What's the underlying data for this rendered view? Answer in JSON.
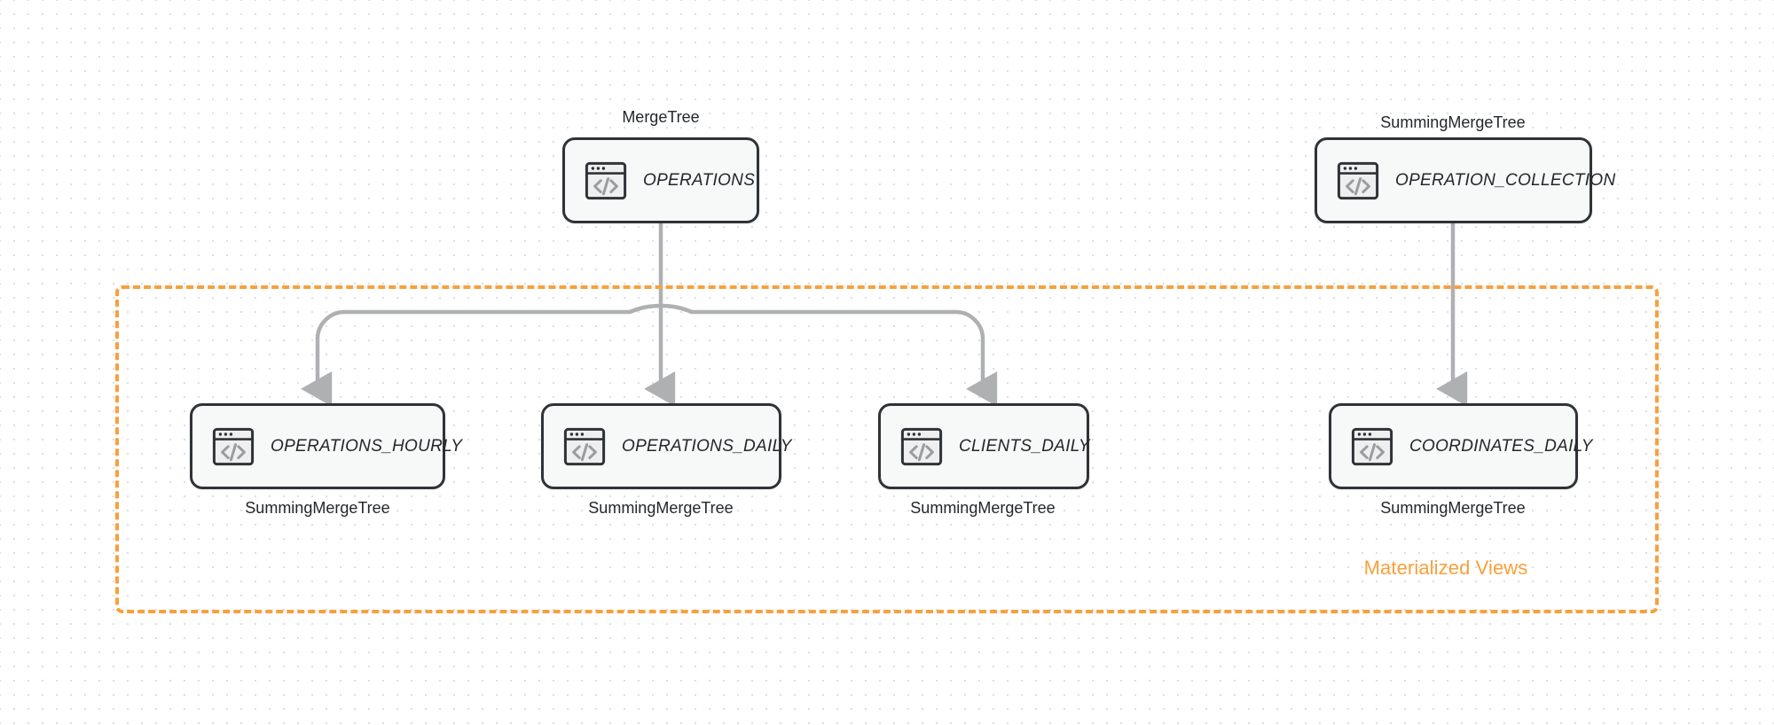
{
  "diagram": {
    "title": "ClickHouse table and materialized view topology",
    "group": {
      "label": "Materialized Views",
      "color": "#F9A03C",
      "style": "dashed"
    },
    "node_icon_name": "code-window-icon",
    "source_tables": [
      {
        "id": "operations",
        "label": "OPERATIONS",
        "engine": "MergeTree",
        "engine_position": "above"
      },
      {
        "id": "operation_collection",
        "label": "OPERATION_COLLECTION",
        "engine": "SummingMergeTree",
        "engine_position": "above"
      }
    ],
    "materialized_views": [
      {
        "id": "operations_hourly",
        "label": "OPERATIONS_HOURLY",
        "engine": "SummingMergeTree",
        "engine_position": "below",
        "source": "operations"
      },
      {
        "id": "operations_daily",
        "label": "OPERATIONS_DAILY",
        "engine": "SummingMergeTree",
        "engine_position": "below",
        "source": "operations"
      },
      {
        "id": "clients_daily",
        "label": "CLIENTS_DAILY",
        "engine": "SummingMergeTree",
        "engine_position": "below",
        "source": "operations"
      },
      {
        "id": "coordinates_daily",
        "label": "COORDINATES_DAILY",
        "engine": "SummingMergeTree",
        "engine_position": "below",
        "source": "operation_collection"
      }
    ],
    "edges": [
      {
        "from": "operations",
        "to": "operations_hourly"
      },
      {
        "from": "operations",
        "to": "operations_daily"
      },
      {
        "from": "operations",
        "to": "clients_daily"
      },
      {
        "from": "operation_collection",
        "to": "coordinates_daily"
      }
    ],
    "colors": {
      "node_border": "#2f3337",
      "node_fill": "#f7f8f8",
      "connector": "#aeb0b2",
      "accent": "#F9A03C",
      "background": "#ffffff",
      "grid_dot": "#dedede"
    }
  }
}
